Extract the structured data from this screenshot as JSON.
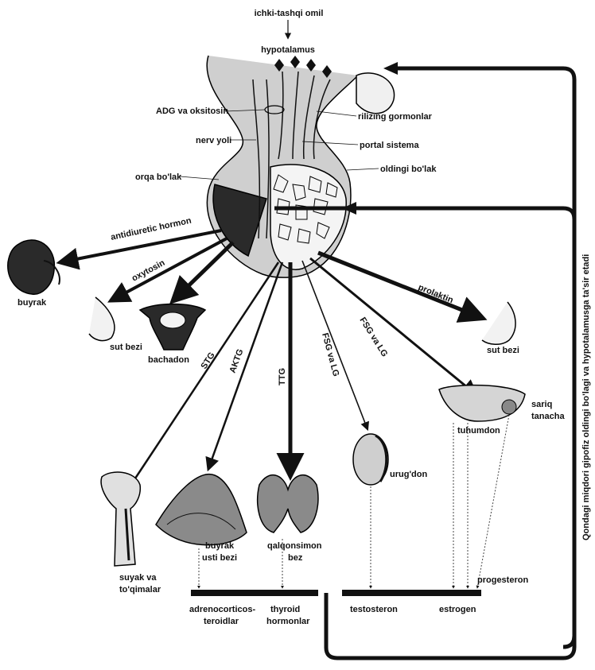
{
  "labels": {
    "top_input": "ichki-tashqi omil",
    "hypothalamus": "hypotalamus",
    "adg": "ADG va oksitosin",
    "releasing": "rilizing gormonlar",
    "nerve_path": "nerv yoli",
    "portal": "portal sistema",
    "posterior_lobe": "orqa bo'lak",
    "anterior_lobe": "oldingi bo'lak",
    "antidiuretic": "antidiuretic hormon",
    "kidney": "buyrak",
    "oxytocin": "oxytosin",
    "uterus": "bachadon",
    "milk_gland_left": "sut bezi",
    "prolactin": "prolaktin",
    "milk_gland_right": "sut bezi",
    "fsg_lg_1": "FSG va LG",
    "fsg_lg_2": "FSG va LG",
    "yellow_body_1": "sariq",
    "yellow_body_2": "tanacha",
    "ovary": "tuhumdon",
    "testis": "urug'don",
    "stg": "STG",
    "aktg": "AKTG",
    "ttg": "TTG",
    "bone_1": "suyak va",
    "bone_2": "to'qimalar",
    "adrenal_1": "buyrak",
    "adrenal_2": "usti bezi",
    "thyroid_1": "qalqonsimon",
    "thyroid_2": "bez",
    "progesterone": "progesteron",
    "adrenocort_1": "adrenocorticos-",
    "adrenocort_2": "teroidlar",
    "thyroid_h_1": "thyroid",
    "thyroid_h_2": "hormonlar",
    "testosterone": "testosteron",
    "estrogen": "estrogen",
    "feedback": "Qondagi miqdori gipofiz oldingi bo'lagi va hypotalamusga ta'sir etadi"
  },
  "icons": [
    "kidney-icon",
    "uterus-icon",
    "milk-gland-icon",
    "bone-icon",
    "adrenal-icon",
    "thyroid-icon",
    "testis-icon",
    "ovary-icon",
    "pituitary-icon"
  ]
}
